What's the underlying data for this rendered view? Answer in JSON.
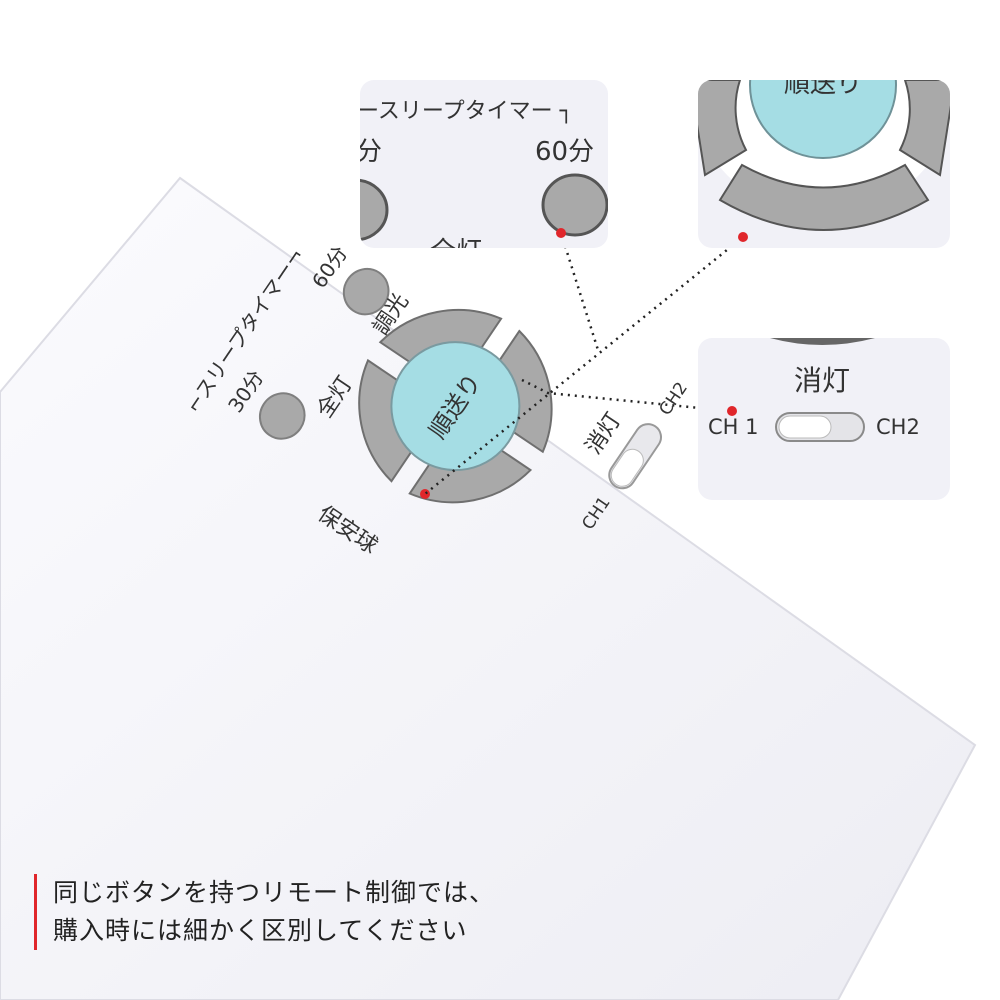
{
  "remote": {
    "sleep_timer_label": "⌐スリープタイマー¬",
    "sleep_30_label": "30分",
    "sleep_60_label": "60分",
    "dim_label": "調光",
    "full_light_label": "全灯",
    "nightlight_label": "保安球",
    "cycle_button_label": "順送り",
    "off_label": "消灯",
    "ch1_label": "CH1",
    "ch2_label": "CH2"
  },
  "zoom_timer": {
    "header": "ースリープタイマー ┐",
    "left_label": "分",
    "right_label": "60分",
    "bottom_label": "全灯"
  },
  "zoom_cycle": {
    "top_label": "順送り"
  },
  "zoom_switch": {
    "off_label": "消灯",
    "ch1_label": "CH 1",
    "ch2_label": "CH2"
  },
  "caption": {
    "line1": "同じボタンを持つリモート制御では、",
    "line2": "購入時には細かく区別してください"
  },
  "colors": {
    "remote_body": "#f7f7fb",
    "button_gray": "#a9a9a9",
    "cycle_button": "#a5dde4",
    "marker_red": "#e0262b",
    "caption_bar": "#e0262b"
  }
}
